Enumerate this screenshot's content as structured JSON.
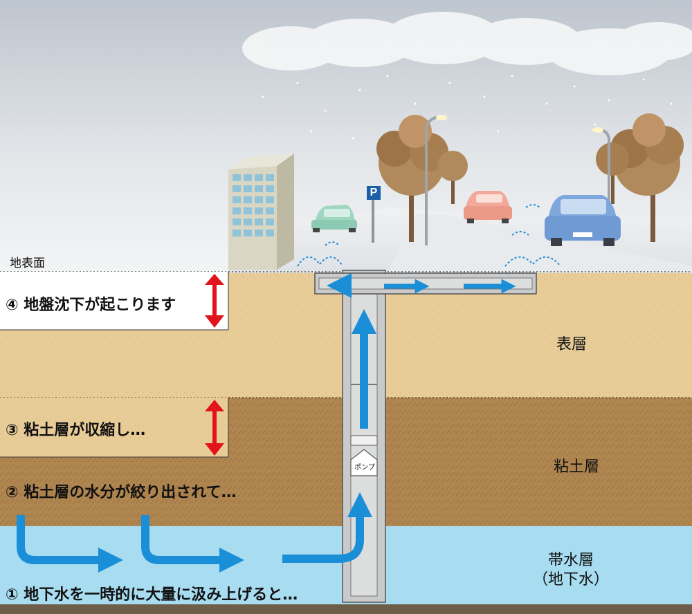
{
  "labels": {
    "ground_surface": "地表面",
    "step4": "④ 地盤沈下が起こります",
    "step3": "③ 粘土層が収縮し…",
    "step2": "② 粘土層の水分が絞り出されて…",
    "step1": "① 地下水を一時的に大量に汲み上げると…"
  },
  "layers": {
    "surface": "表層",
    "clay": "粘土層",
    "aquifer_line1": "帯水層",
    "aquifer_line2": "（地下水）"
  },
  "pump": "ポンプ",
  "parking": "P",
  "colors": {
    "sky_top": "#c2c9d1",
    "sky_bottom": "#eef0f2",
    "surface_soil": "#e8cc98",
    "clay": "#b08650",
    "aquifer": "#a8dcf1",
    "water_arrow": "#1a8ed6",
    "subsidence_arrow": "#e1141e",
    "bedrock": "#6e5e49"
  },
  "icons": [
    "building-icon",
    "car-icon",
    "tree-icon",
    "street-lamp-icon",
    "sprinkler-icon",
    "cloud-icon"
  ]
}
